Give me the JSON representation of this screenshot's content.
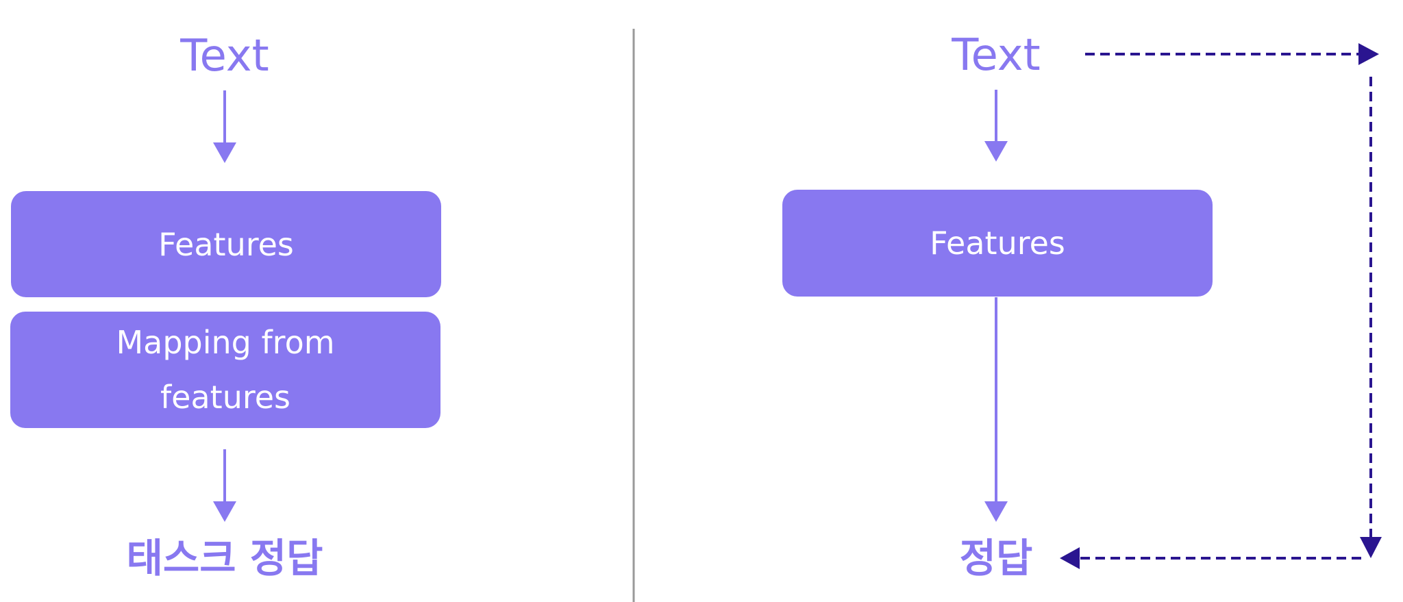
{
  "left_panel": {
    "input_label": "Text",
    "features_label": "Features",
    "mapping_label": "Mapping from\nfeatures",
    "output_label": "태스크 정답"
  },
  "right_panel": {
    "input_label": "Text",
    "features_label": "Features",
    "output_label": "정답"
  },
  "colors": {
    "box_fill": "#8878f0",
    "box_text": "#ffffff",
    "label": "#8878f0",
    "solid_arrow": "#8878f0",
    "dashed_arrow": "#2a1590",
    "divider": "#9a9a9a"
  }
}
